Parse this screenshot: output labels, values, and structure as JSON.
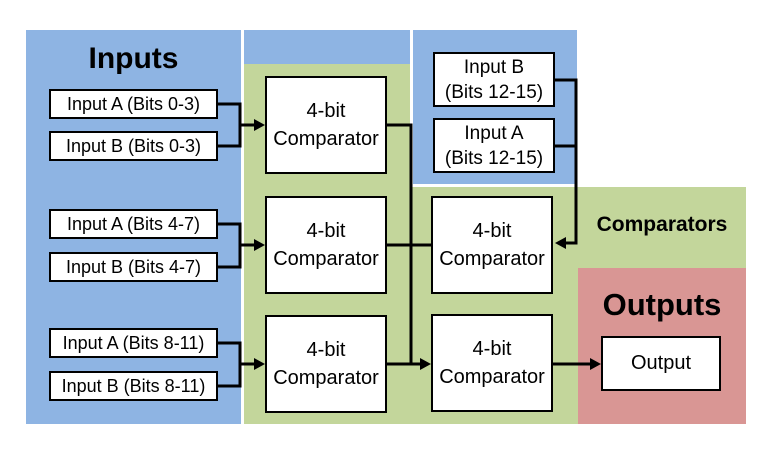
{
  "titles": {
    "inputs": "Inputs",
    "comparators": "Comparators",
    "outputs": "Outputs"
  },
  "colors": {
    "inputs_region": "#8EB4E3",
    "comparators_region": "#C3D69B",
    "outputs_region": "#D99694",
    "node_fill": "#FFFFFF",
    "line": "#000000"
  },
  "inputs": {
    "pairs": [
      {
        "a": "Input A (Bits 0-3)",
        "b": "Input B (Bits 0-3)"
      },
      {
        "a": "Input A (Bits 4-7)",
        "b": "Input B (Bits 4-7)"
      },
      {
        "a": "Input A (Bits 8-11)",
        "b": "Input B (Bits 8-11)"
      }
    ],
    "high_pair": [
      {
        "line1": "Input B",
        "line2": "(Bits 12-15)"
      },
      {
        "line1": "Input A",
        "line2": "(Bits 12-15)"
      }
    ]
  },
  "comparators": {
    "label_line1": "4-bit",
    "label_line2": "Comparator",
    "count": 5
  },
  "output": {
    "label": "Output"
  }
}
